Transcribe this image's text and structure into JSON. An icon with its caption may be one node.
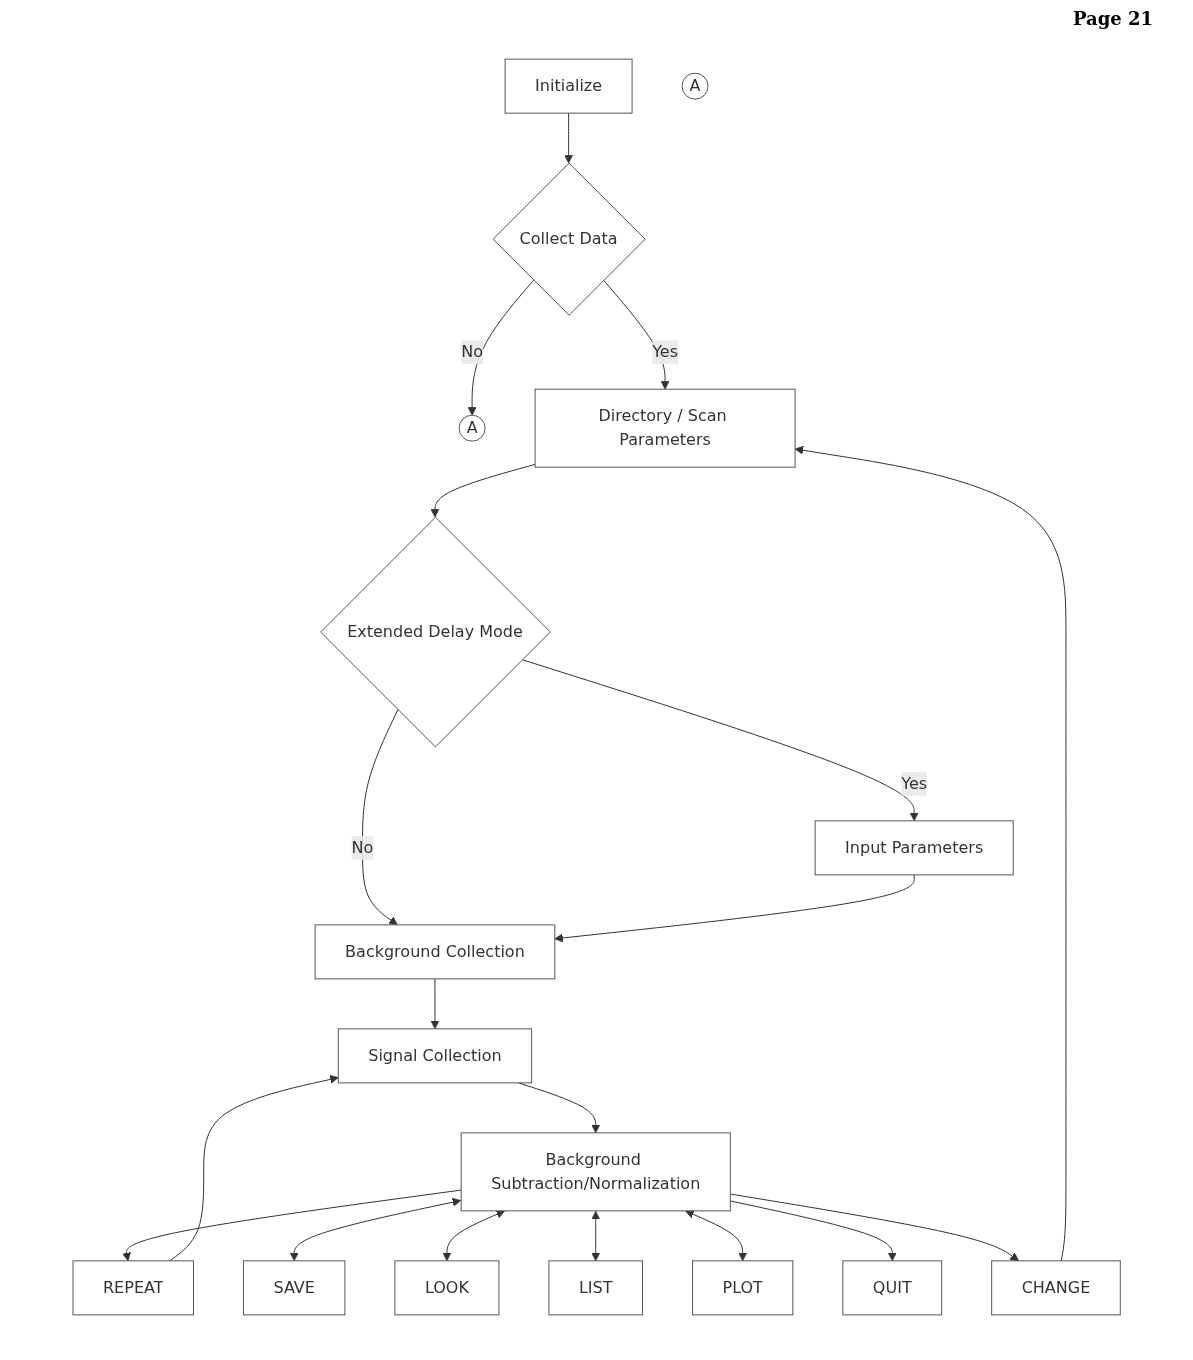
{
  "diagram": {
    "nodes": [
      {
        "text": [
          "Initialize"
        ]
      },
      {
        "text": [
          "Collect Data"
        ]
      },
      {
        "text": [
          "A"
        ]
      },
      {
        "text": [
          "Directory / Scan Parameters"
        ]
      },
      {
        "text": [
          "Extended Delay Mode"
        ]
      },
      {
        "text": [
          "Input Parameters"
        ]
      },
      {
        "text": [
          "Background Collection"
        ]
      },
      {
        "text": [
          "Signal Collection"
        ]
      },
      {
        "text": [
          "Background Subtraction/Normalization"
        ]
      },
      {
        "text": [
          "REPEAT"
        ]
      },
      {
        "text": [
          "SAVE"
        ]
      },
      {
        "text": [
          "LOOK"
        ]
      },
      {
        "text": [
          "A"
        ]
      },
      {
        "text": [
          "LIST"
        ]
      },
      {
        "text": [
          "PLOT"
        ]
      },
      {
        "text": [
          "QUIT"
        ]
      },
      {
        "text": [
          "CHANGE"
        ]
      }
    ],
    "edges": [
      {
        "from": 0,
        "to": 1,
        "arrow": "to"
      },
      {
        "from": 1,
        "to": 2,
        "arrow": "to",
        "label": "No"
      },
      {
        "from": 1,
        "to": 3,
        "arrow": "to",
        "label": "Yes"
      },
      {
        "from": 3,
        "to": 4,
        "arrow": "to"
      },
      {
        "from": 4,
        "to": 5,
        "arrow": "to",
        "label": "Yes"
      },
      {
        "from": 4,
        "to": 6,
        "arrow": "to",
        "label": "No"
      },
      {
        "from": 5,
        "to": 6,
        "arrow": "to"
      },
      {
        "from": 6,
        "to": 7,
        "arrow": "to"
      },
      {
        "from": 7,
        "to": 8,
        "arrow": "to"
      },
      {
        "from": 8,
        "to": 9,
        "arrow": "to"
      },
      {
        "from": 8,
        "to": 10,
        "arrow": "both"
      },
      {
        "from": 8,
        "to": 11,
        "arrow": "both"
      },
      {
        "from": 8,
        "to": 13,
        "arrow": "both"
      },
      {
        "from": 8,
        "to": 14,
        "arrow": "both"
      },
      {
        "from": 8,
        "to": 15,
        "arrow": "to"
      },
      {
        "from": 8,
        "to": 16,
        "arrow": "to"
      },
      {
        "from": 9,
        "to": 7,
        "arrow": "to"
      },
      {
        "from": 16,
        "to": 3,
        "arrow": "to"
      }
    ],
    "labels": [
      "Page 21"
    ]
  }
}
